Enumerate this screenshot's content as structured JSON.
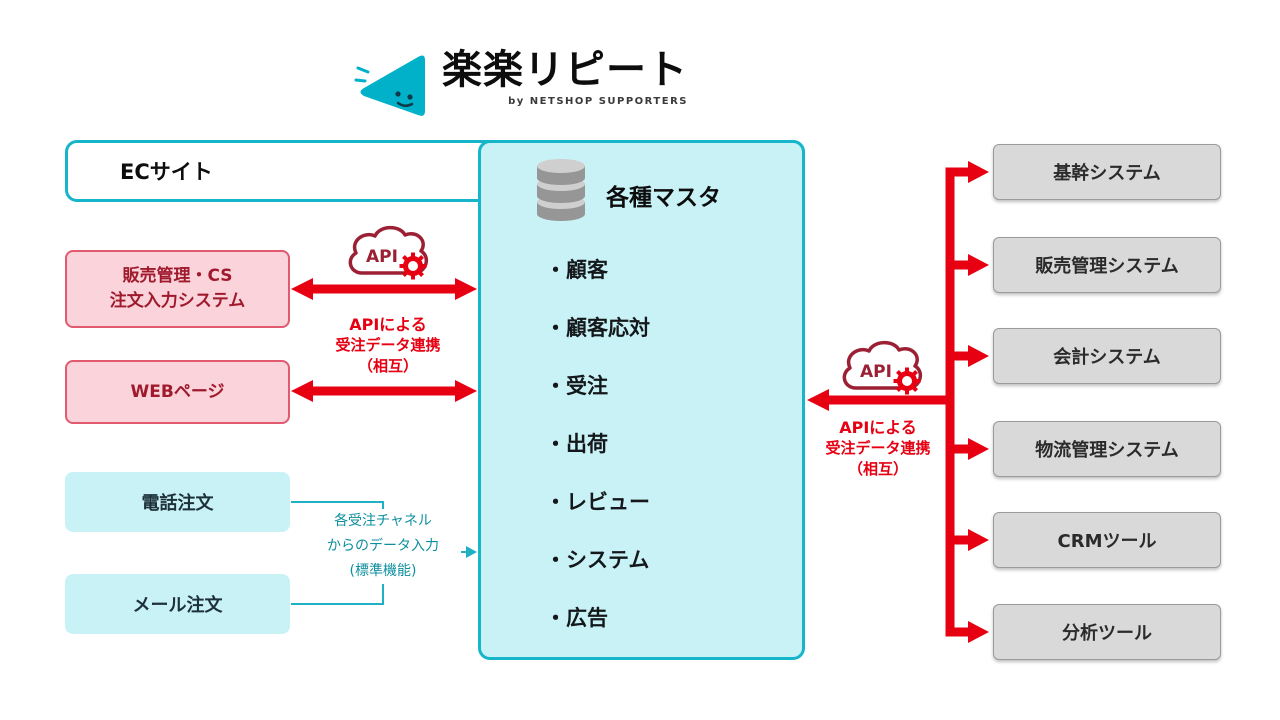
{
  "logo": {
    "title": "楽楽リピート",
    "subtitle": "by NETSHOP SUPPORTERS"
  },
  "ec_site": {
    "label": "ECサイト"
  },
  "left_boxes": {
    "sales_cs": {
      "line1": "販売管理・CS",
      "line2": "注文入力システム"
    },
    "web_page": {
      "label": "WEBページ"
    },
    "phone_order": {
      "label": "電話注文"
    },
    "mail_order": {
      "label": "メール注文"
    }
  },
  "master": {
    "title": "各種マスタ",
    "items": [
      "・顧客",
      "・顧客応対",
      "・受注",
      "・出荷",
      "・レビュー",
      "・システム",
      "・広告"
    ]
  },
  "right_systems": [
    "基幹システム",
    "販売管理システム",
    "会計システム",
    "物流管理システム",
    "CRMツール",
    "分析ツール"
  ],
  "api_linkage": {
    "cloud_label": "API",
    "line1": "APIによる",
    "line2": "受注データ連携",
    "line3": "（相互）"
  },
  "channel_note": {
    "line1": "各受注チャネル",
    "line2": "からのデータ入力",
    "line3": "(標準機能)"
  },
  "colors": {
    "cyan_border": "#17b5c9",
    "cyan_fill": "#c9f2f7",
    "red_arrow": "#e60012",
    "pink_fill": "#fbd3da",
    "pink_border": "#e05a70",
    "pink_text": "#a01a2e",
    "gray_fill": "#d9d9d9",
    "teal_note_text": "#0e8fa0",
    "maroon_cloud": "#9b2034",
    "logo_cyan": "#00b1c9"
  }
}
